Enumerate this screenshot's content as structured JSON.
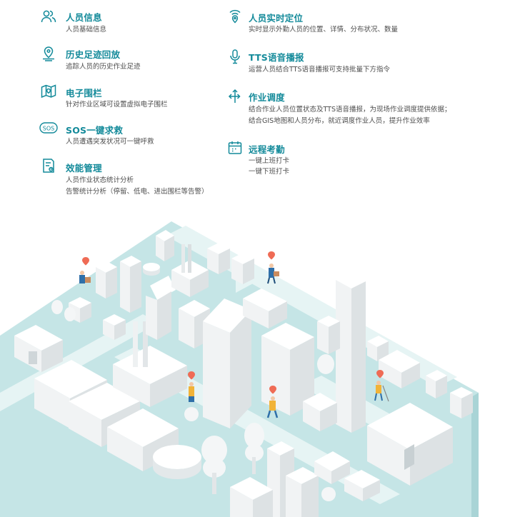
{
  "features": {
    "personnel_info": {
      "title": "人员信息",
      "desc": [
        "人员基础信息"
      ],
      "icon": "people-icon"
    },
    "history_playback": {
      "title": "历史足迹回放",
      "desc": [
        "追踪人员的历史作业足迹"
      ],
      "icon": "location-pin-icon"
    },
    "geofence": {
      "title": "电子围栏",
      "desc": [
        "针对作业区域可设置虚拟电子围栏"
      ],
      "icon": "map-fence-icon"
    },
    "sos": {
      "title": "SOS一键求救",
      "desc": [
        "人员遭遇突发状况可一键呼救"
      ],
      "icon": "sos-icon"
    },
    "performance": {
      "title": "效能管理",
      "desc": [
        "人员作业状态统计分析",
        "告警统计分析（停留、低电、进出围栏等告警）"
      ],
      "icon": "report-icon"
    },
    "realtime_location": {
      "title": "人员实时定位",
      "desc": [
        "实时显示外勤人员的位置、详情、分布状况、数量"
      ],
      "icon": "signal-location-icon"
    },
    "tts_broadcast": {
      "title": "TTS语音播报",
      "desc": [
        "运营人员结合TTS语音播报可支持批量下方指令"
      ],
      "icon": "microphone-icon"
    },
    "dispatch": {
      "title": "作业调度",
      "desc": [
        "结合作业人员位置状态及TTS语音播报，为现场作业调度提供依据；",
        "结合GIS地图和人员分布，就近调度作业人员，提升作业效率"
      ],
      "icon": "dispatch-arrows-icon"
    },
    "attendance": {
      "title": "远程考勤",
      "desc": [
        "一键上班打卡",
        "一键下班打卡"
      ],
      "icon": "calendar-icon"
    }
  },
  "colors": {
    "accent": "#138a9a",
    "desc_text": "#4d4d4d",
    "ground": "#c5e5e6",
    "road": "#e6f4f4",
    "building_top": "#ffffff",
    "building_left": "#f1f3f4",
    "building_right": "#dde2e4",
    "pin": "#ef6b55"
  }
}
